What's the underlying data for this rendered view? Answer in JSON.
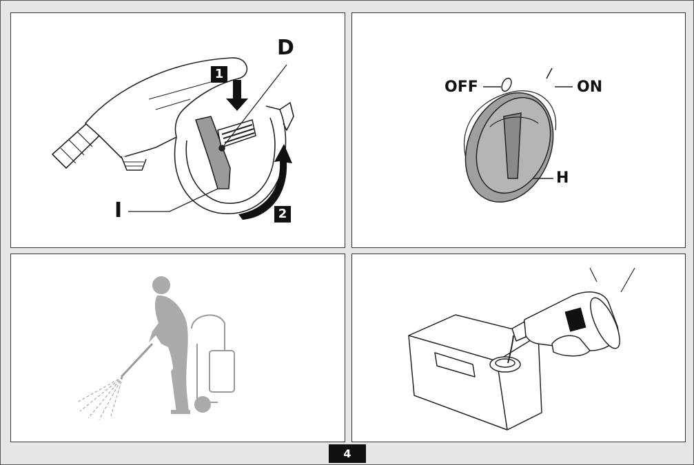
{
  "figure1": {
    "label_d": "D",
    "label_i": "I",
    "step_1": "1",
    "step_2": "2"
  },
  "figure2": {
    "label_off": "OFF",
    "label_on": "ON",
    "label_h": "H"
  },
  "page": {
    "number": "4"
  }
}
